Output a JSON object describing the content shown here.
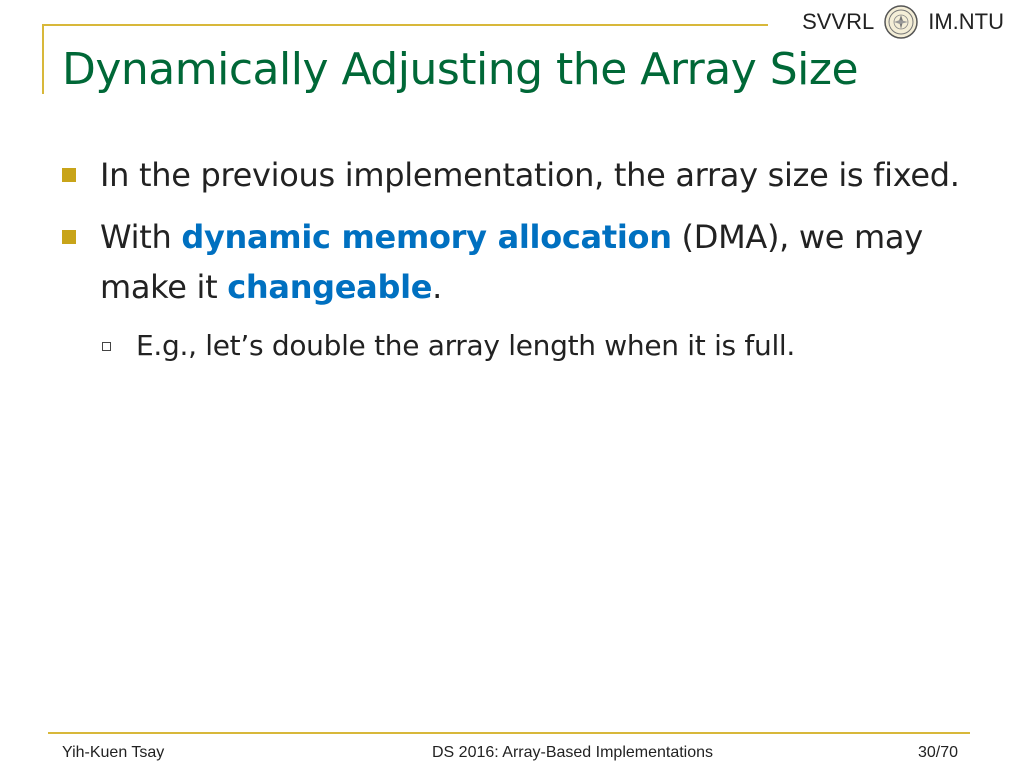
{
  "header": {
    "left_brand": "SVVRL",
    "right_brand": "IM.NTU",
    "seal_icon": "university-seal-icon"
  },
  "slide": {
    "title": "Dynamically Adjusting the Array Size",
    "bullets": [
      {
        "text": "In the previous implementation, the array size is fixed."
      },
      {
        "pre": "With ",
        "highlight1": "dynamic memory allocation",
        "mid": " (DMA), we may make it ",
        "highlight2": "changeable",
        "post": ".",
        "sub": "E.g., let’s double the array length when it is full."
      }
    ]
  },
  "footer": {
    "author": "Yih-Kuen Tsay",
    "course": "DS 2016: Array-Based Implementations",
    "page": "30",
    "sep": "/",
    "total": "70"
  },
  "colors": {
    "title": "#006837",
    "accent_rule": "#d8b83a",
    "bullet_marker": "#c8a419",
    "highlight": "#0070c0"
  }
}
